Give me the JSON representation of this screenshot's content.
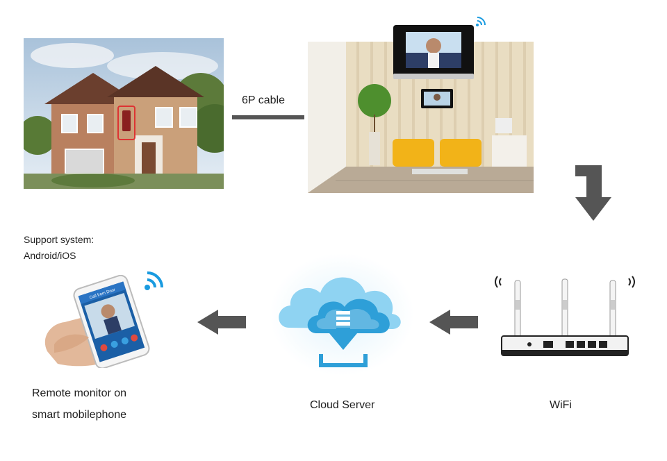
{
  "cable": {
    "label": "6P cable"
  },
  "support": {
    "line1": "Support system:",
    "line2": "Android/iOS"
  },
  "phone": {
    "caption_line1": "Remote monitor on",
    "caption_line2": "smart mobilephone",
    "screen_title": "Call from Door"
  },
  "cloud": {
    "caption": "Cloud Server"
  },
  "router": {
    "caption": "WiFi"
  },
  "colors": {
    "arrow": "#555555",
    "cloud_light": "#8fd3f2",
    "cloud_dark": "#2e9fd8",
    "wifi": "#1a9be0",
    "monitor_frame": "#111111"
  },
  "icons": [
    "house-photo",
    "living-room-photo",
    "indoor-monitor-icon",
    "wifi-signal-icon",
    "down-arrow-icon",
    "router-icon",
    "cloud-download-icon",
    "left-arrow-icon",
    "smartphone-hand-icon"
  ]
}
